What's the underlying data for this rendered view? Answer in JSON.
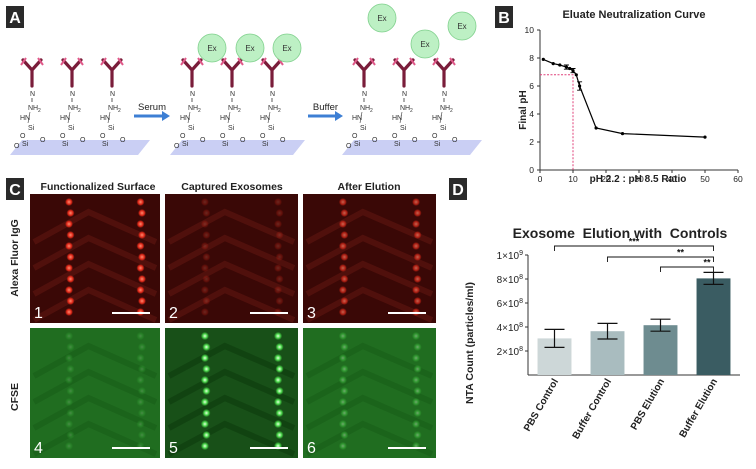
{
  "panels": {
    "A": {
      "letter": "A",
      "arrow_labels": [
        "Serum",
        "Buffer"
      ],
      "exosome_label": "Ex",
      "chem": {
        "nh": "NH",
        "n2": "2",
        "n": "N",
        "hn": "HN",
        "si": "Si",
        "o": "O"
      }
    },
    "B": {
      "letter": "B"
    },
    "C": {
      "letter": "C",
      "column_titles": [
        "Functionalized Surface",
        "Captured Exosomes",
        "After Elution"
      ],
      "row_labels": [
        "Alexa Fluor IgG",
        "CFSE"
      ],
      "image_numbers": [
        "1",
        "2",
        "3",
        "4",
        "5",
        "6"
      ]
    },
    "D": {
      "letter": "D",
      "significance": [
        "***",
        "**",
        "**"
      ]
    }
  },
  "colors": {
    "chart_line": "#000000",
    "ref_line": "#e0407a",
    "bars": [
      "#cdd7d8",
      "#a9bcbf",
      "#6e8c90",
      "#3a5c62"
    ],
    "surface": "#b8bff0",
    "antibody": "#7a1d3a",
    "arrow": "#3d7fd4",
    "exosome": "#bdf0c4",
    "fluor_red": "#e02818",
    "fluor_green": "#3ccf3c"
  },
  "chart_data": [
    {
      "type": "line",
      "title": "Eluate Neutralization Curve",
      "xlabel": "pH 2.2 : pH 8.5 Ratio",
      "ylabel": "Final pH",
      "xlim": [
        0,
        60
      ],
      "ylim": [
        0,
        10
      ],
      "xticks": [
        "0",
        "10",
        "20",
        "30",
        "40",
        "50",
        "60"
      ],
      "yticks": [
        "0",
        "2",
        "4",
        "6",
        "8",
        "10"
      ],
      "grid": false,
      "series": [
        {
          "x": [
            1,
            4,
            6,
            8,
            9,
            10,
            11,
            12,
            17,
            25,
            50
          ],
          "y": [
            7.9,
            7.6,
            7.5,
            7.35,
            7.25,
            7.1,
            6.8,
            6.0,
            3.0,
            2.6,
            2.35
          ],
          "err": [
            0,
            0,
            0,
            0.15,
            0,
            0.15,
            0,
            0.3,
            0,
            0,
            0
          ]
        }
      ],
      "reference": {
        "x": 10,
        "y": 6.8
      }
    },
    {
      "type": "bar",
      "title": "Exosome  Elution with  Controls",
      "ylabel": "NTA Count (particles/ml)",
      "categories": [
        "PBS Control",
        "Buffer Control",
        "PBS Elution",
        "Buffer Elution"
      ],
      "values": [
        305000000.0,
        365000000.0,
        415000000.0,
        805000000.0
      ],
      "errors": [
        75000000.0,
        65000000.0,
        50000000.0,
        50000000.0
      ],
      "ylim": [
        0,
        1000000000.0
      ],
      "ytick_values": [
        200000000.0,
        400000000.0,
        600000000.0,
        800000000.0,
        1000000000.0
      ],
      "ytick_mantissa": [
        "2",
        "4",
        "6",
        "8",
        "1"
      ],
      "ytick_exp": [
        "8",
        "8",
        "8",
        "8",
        "9"
      ],
      "comparisons": [
        {
          "from": 0,
          "to": 3,
          "label": "***"
        },
        {
          "from": 1,
          "to": 3,
          "label": "**"
        },
        {
          "from": 2,
          "to": 3,
          "label": "**"
        }
      ]
    }
  ]
}
